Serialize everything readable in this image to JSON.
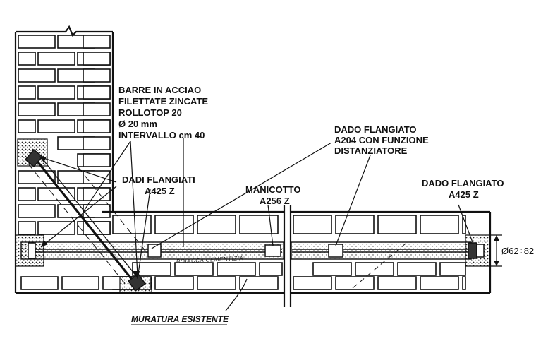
{
  "labels": {
    "bars": [
      "BARRE IN ACCIAO",
      "FILETTATE ZINCATE",
      "ROLLOTOP 20",
      "Ø 20 mm",
      "INTERVALLO cm 40"
    ],
    "nuts_left": [
      "DADI FLANGIATI",
      "A425 Z"
    ],
    "coupler": [
      "MANICOTTO",
      "A256 Z"
    ],
    "spacer_nut": [
      "DADO FLANGIATO",
      "A204 CON FUNZIONE",
      "DISTANZIATORE"
    ],
    "nut_right": [
      "DADO FLANGIATO",
      "A425 Z"
    ],
    "dimension": "Ø62÷82",
    "grout": "BOIACCA CEMENTIZIA",
    "existing_masonry": "MURATURA ESISTENTE"
  },
  "colors": {
    "ink": "#111111",
    "paper": "#ffffff",
    "hatch": "#555555"
  }
}
